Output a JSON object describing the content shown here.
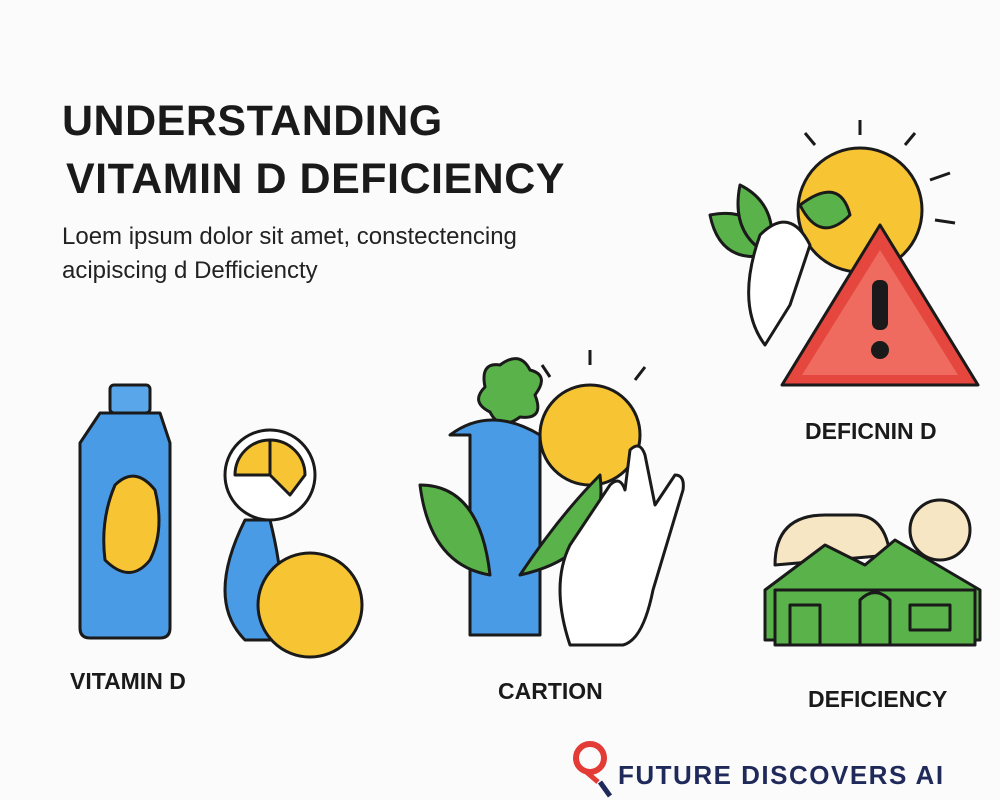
{
  "header": {
    "title_line1": "UNDERSTANDING",
    "title_line2": "VITAMIN D DEFICIENCY",
    "subtitle_line1": "Loem ipsum dolor sit amet, constectencing",
    "subtitle_line2": "acipiscing d Defficiencty"
  },
  "panels": [
    {
      "label": "VITAMIN D",
      "icon": "bottle-sun-icon"
    },
    {
      "label": "CARTION",
      "icon": "tube-sun-hand-icon"
    },
    {
      "label": "DEFICNIN D",
      "icon": "warning-sun-icon"
    },
    {
      "label": "DEFICIENCY",
      "icon": "house-icon"
    }
  ],
  "brand": {
    "name": "FUTURE DISCOVERS AI",
    "icon": "magnifier-pin-icon"
  },
  "colors": {
    "yellow": "#f7c534",
    "blue": "#4a9be6",
    "green": "#5ab24a",
    "red": "#e5463d",
    "navy": "#1f2a5a"
  }
}
